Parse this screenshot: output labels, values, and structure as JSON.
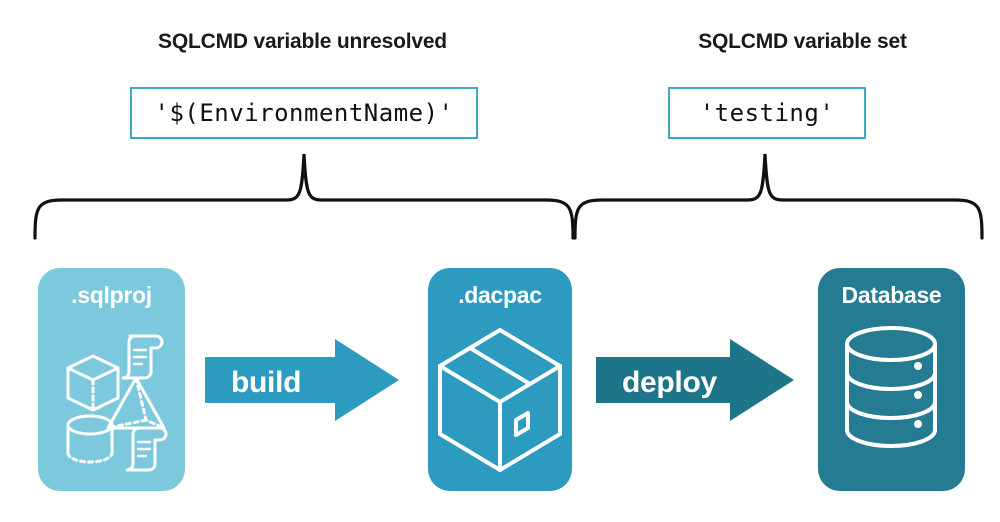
{
  "diagram": {
    "title_left": "SQLCMD variable unresolved",
    "title_right": "SQLCMD variable set",
    "code_left": "'$(EnvironmentName)'",
    "code_right": "'testing'",
    "colors": {
      "sqlproj_fill": "#7CC9DE",
      "dacpac_fill": "#2D9BC0",
      "database_fill": "#257C92",
      "build_arrow": "#2D9BC0",
      "deploy_arrow": "#1E7489",
      "code_border": "#3FA9C4",
      "brace_stroke": "#111111",
      "text_dark": "#1a1a1a",
      "icon_white": "#ffffff"
    },
    "cards": [
      {
        "key": "sqlproj",
        "label": ".sqlproj",
        "icons": [
          "cube-icon",
          "pyramid-icon",
          "cylinder-icon",
          "script-scroll-icon",
          "script-scroll-icon"
        ]
      },
      {
        "key": "dacpac",
        "label": ".dacpac",
        "icons": [
          "package-box-icon"
        ]
      },
      {
        "key": "database",
        "label": "Database",
        "icons": [
          "database-cylinder-icon"
        ]
      }
    ],
    "arrows": [
      {
        "key": "build",
        "label": "build"
      },
      {
        "key": "deploy",
        "label": "deploy"
      }
    ],
    "braces": [
      {
        "key": "left-brace",
        "spans": [
          "sqlproj",
          "build",
          "dacpac"
        ]
      },
      {
        "key": "right-brace",
        "spans": [
          "dacpac",
          "deploy",
          "database"
        ]
      }
    ]
  }
}
